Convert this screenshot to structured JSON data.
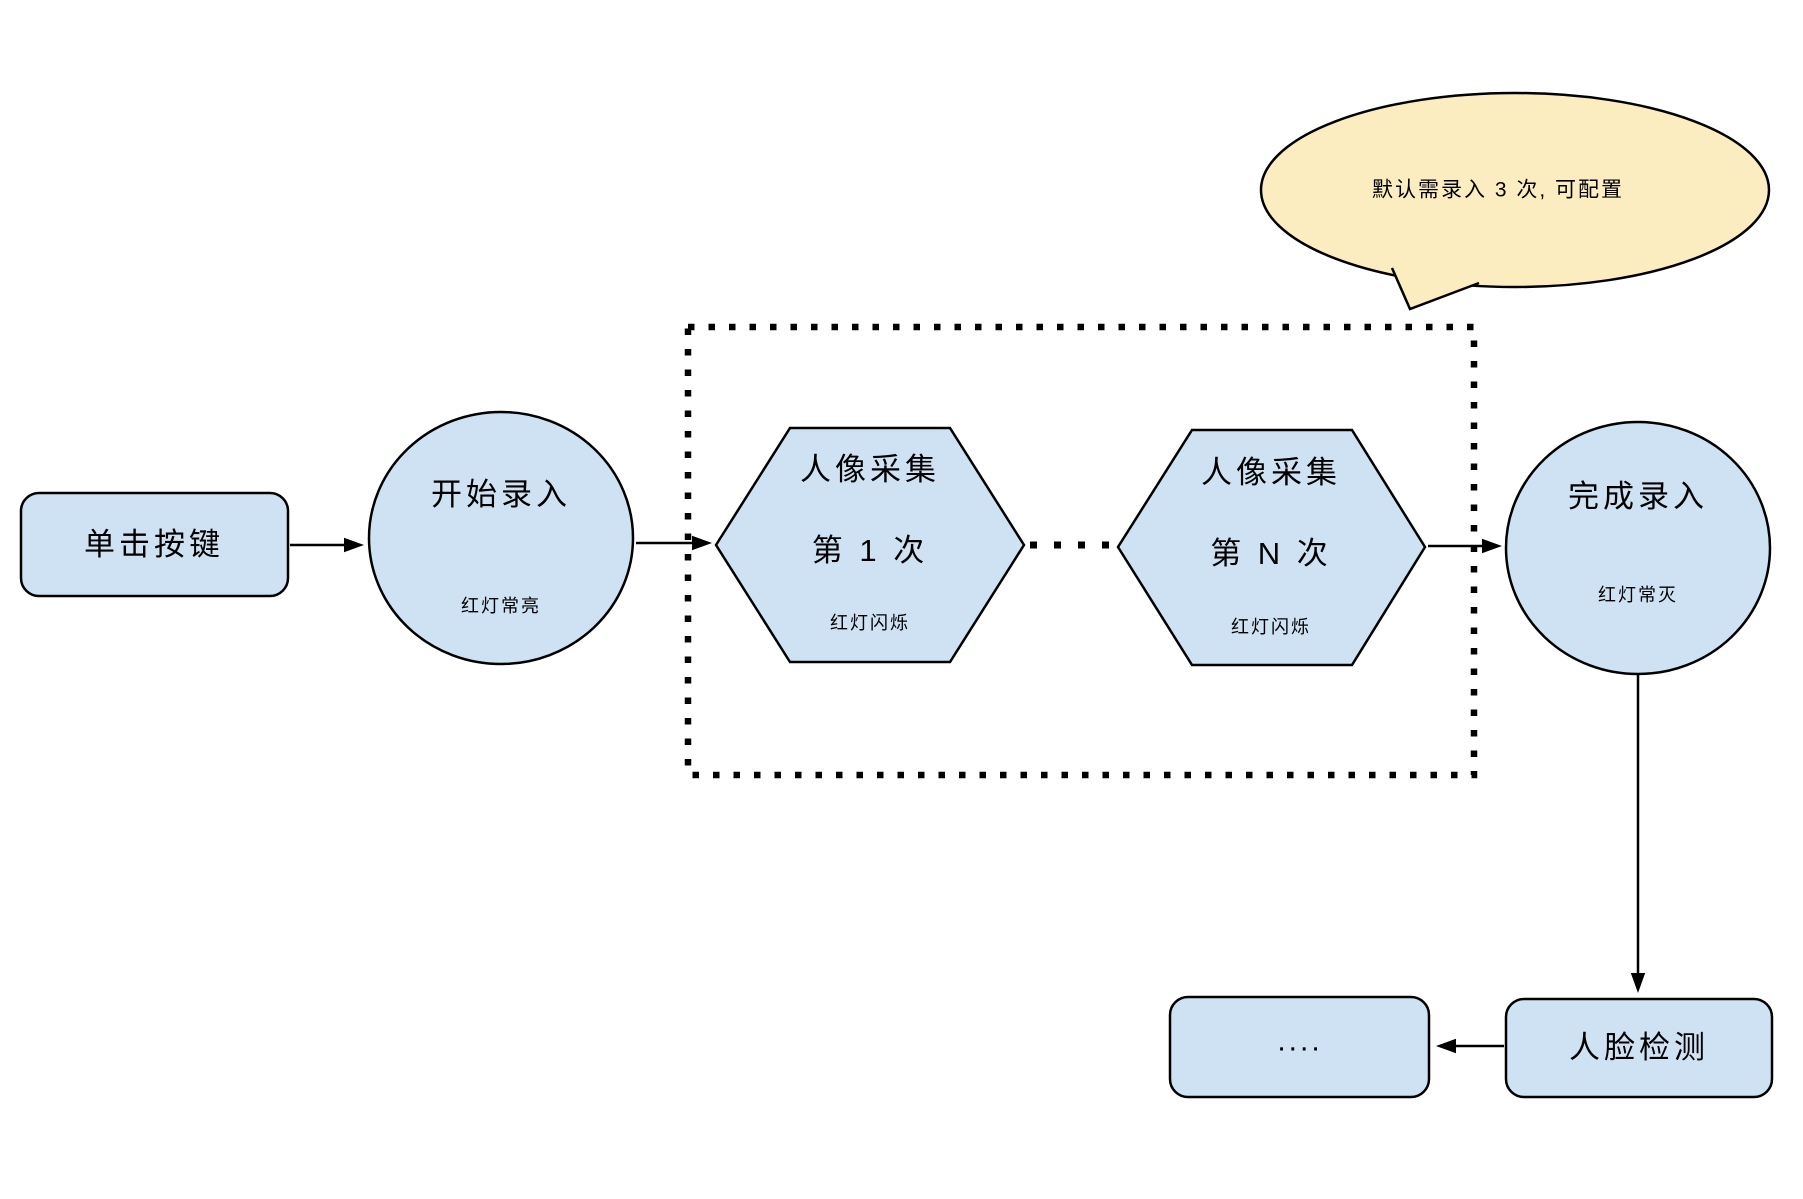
{
  "colors": {
    "node_fill": "#cfe2f3",
    "node_stroke": "#000000",
    "callout_fill": "#fcedc0",
    "connector": "#000000"
  },
  "nodes": {
    "click_button": {
      "label": "单击按键"
    },
    "start_enroll": {
      "title": "开始录入",
      "status": "红灯常亮"
    },
    "capture_first": {
      "title": "人像采集",
      "subtitle": "第 1 次",
      "status": "红灯闪烁"
    },
    "capture_nth": {
      "title": "人像采集",
      "subtitle": "第 N 次",
      "status": "红灯闪烁"
    },
    "finish_enroll": {
      "title": "完成录入",
      "status": "红灯常灭"
    },
    "face_detection": {
      "label": "人脸检测"
    },
    "next_steps": {
      "label": "...."
    }
  },
  "callout": {
    "text": "默认需录入 3 次, 可配置"
  }
}
